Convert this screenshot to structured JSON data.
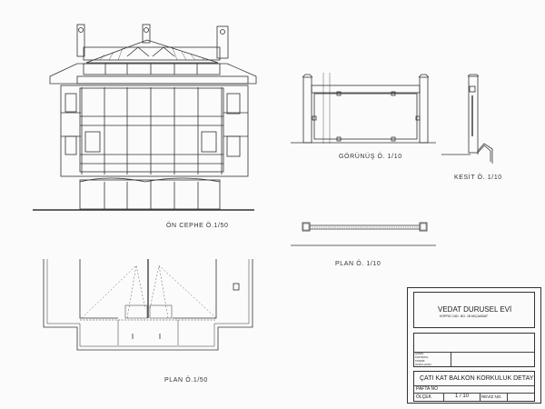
{
  "drawings": {
    "front_elevation_label": "ÖN CEPHE  Ö.1/50",
    "elevation_detail_label": "GÖRÜNÜŞ  Ö. 1/10",
    "section_label": "KESİT  Ö. 1/10",
    "detail_plan_label": "PLAN  Ö. 1/10",
    "floor_plan_label": "PLAN Ö.1/50"
  },
  "title_block": {
    "project_name": "VEDAT DURUSEL EVİ",
    "address": "KÖPRÜ CAD.  NO. 18  AKÇAABAT",
    "signature_rows": [
      "ÇİZEN",
      "KONTROL",
      "TASDİK",
      "ONAYLAYAN"
    ],
    "sheet_title": "ÇATI KAT BALKON KORKULUK DETAYI",
    "sheet_no_label": "PAFTA NO",
    "scale_label": "ÖLÇEK",
    "scale_value": "1 / 10",
    "revision_label": "REVİZ NO."
  }
}
